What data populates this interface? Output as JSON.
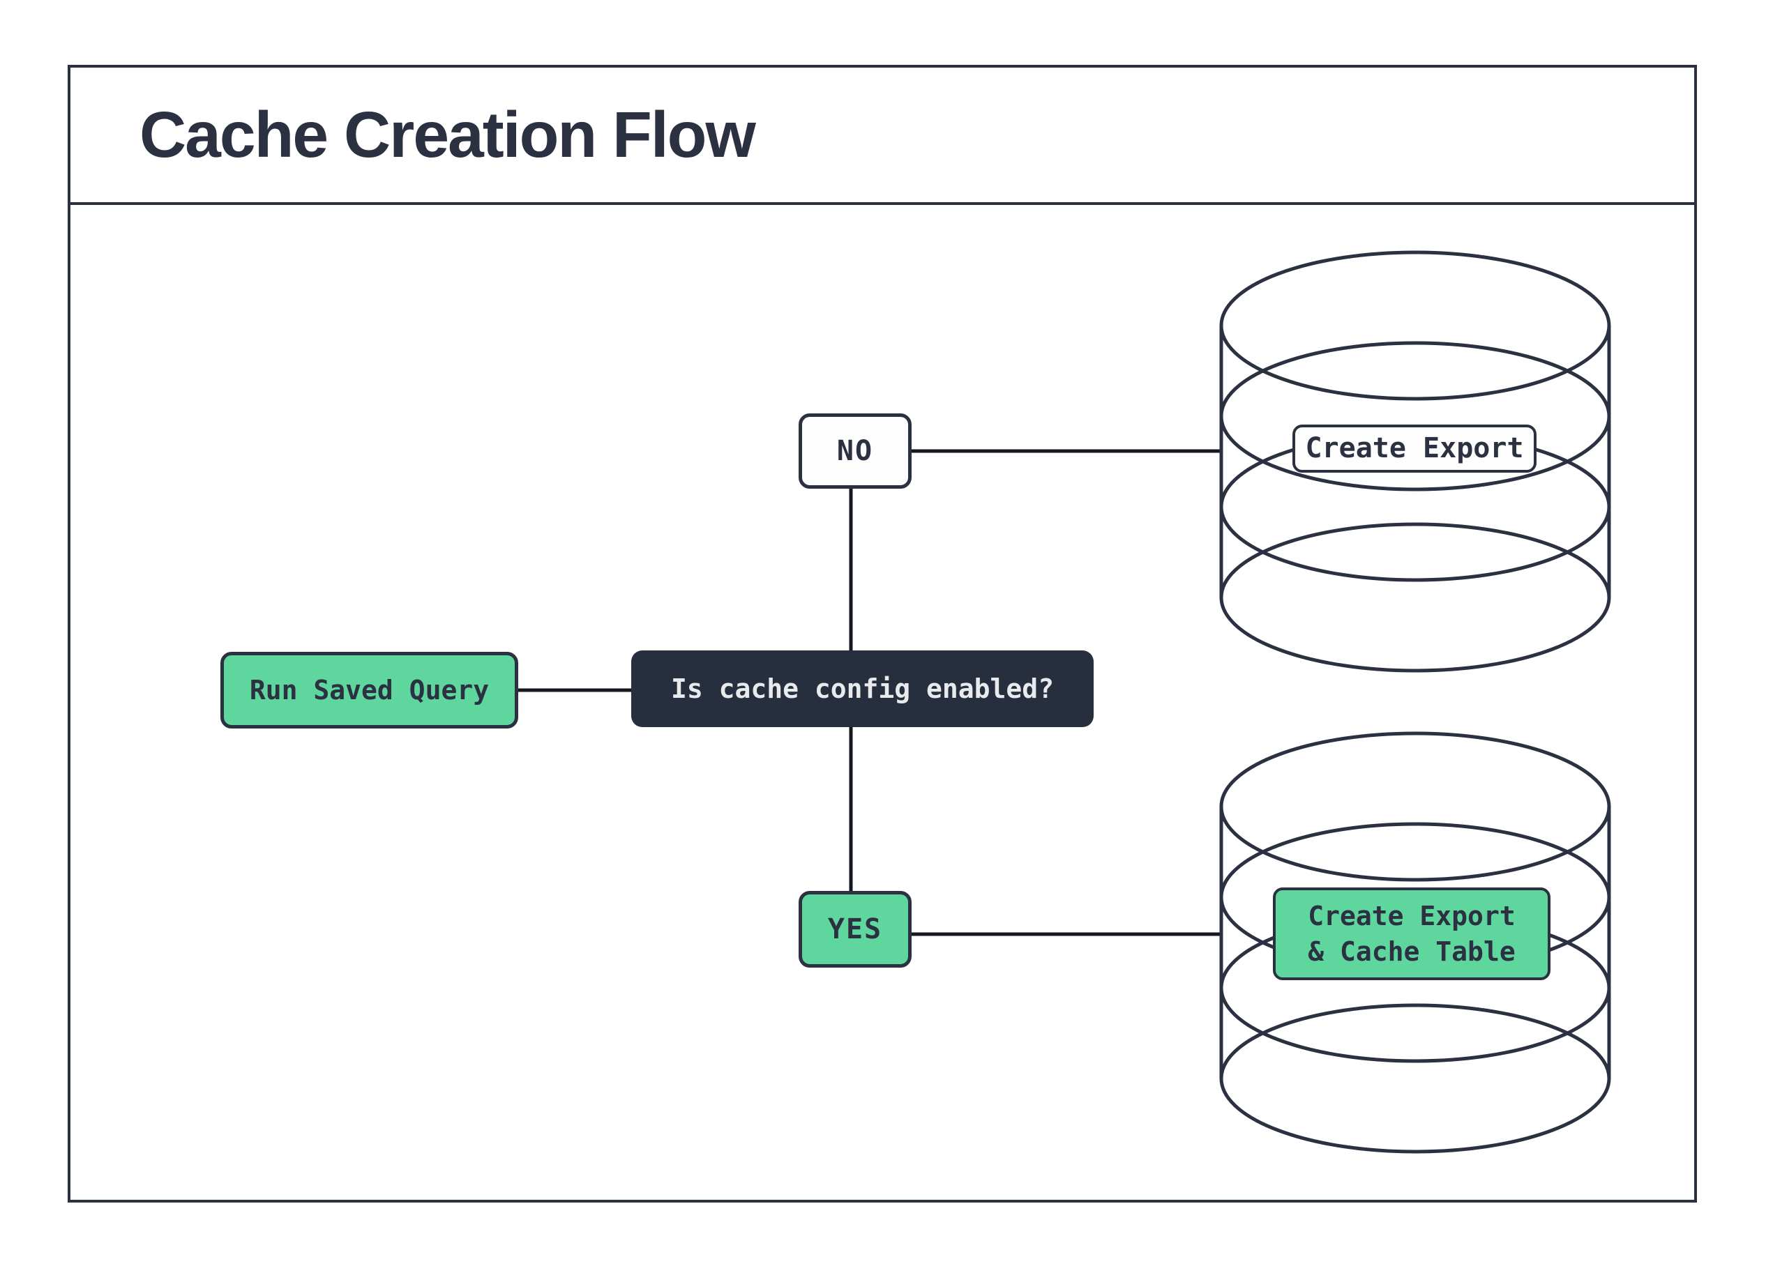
{
  "title": "Cache Creation Flow",
  "colors": {
    "navy": "#2b3141",
    "ink": "#15181f",
    "green": "#5ed69d",
    "dark-fill": "#272e3e",
    "light-text": "#e9eaec",
    "paper": "#ffffff"
  },
  "flow": {
    "start_label": "Run Saved Query",
    "decision_label": "Is cache config enabled?",
    "no_label": "NO",
    "yes_label": "YES",
    "no_branch": {
      "icon": "database-icon",
      "db_label": "Create Export"
    },
    "yes_branch": {
      "icon": "database-icon",
      "db_label_line1": "Create Export",
      "db_label_line2": "& Cache Table"
    }
  }
}
